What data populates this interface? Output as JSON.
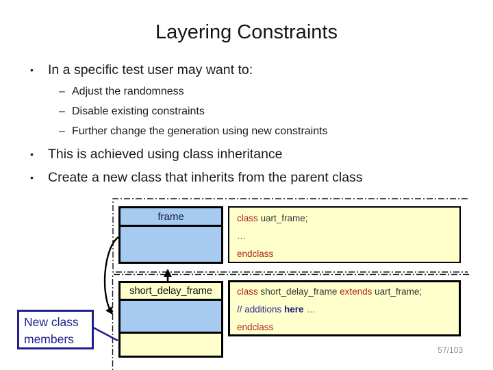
{
  "title": "Layering Constraints",
  "bullets": {
    "marker": "•",
    "sub_marker": "–",
    "items": [
      {
        "text": "In a specific test user may want to:"
      },
      {
        "text": "This is achieved using class inheritance"
      },
      {
        "text": "Create a new class that inherits from the parent class"
      }
    ],
    "sub_items": [
      {
        "text": "Adjust the randomness"
      },
      {
        "text": "Disable existing constraints"
      },
      {
        "text": "Further change the generation using new constraints"
      }
    ]
  },
  "diagram": {
    "parent_class": {
      "name": "frame"
    },
    "parent_code": {
      "kw_class": "class",
      "decl": " uart_frame;",
      "body": "…",
      "kw_endclass": "endclass"
    },
    "child_class": {
      "name": "short_delay_frame"
    },
    "child_code": {
      "kw_class": "class",
      "decl_name": " short_delay_frame ",
      "kw_extends": "extends",
      "decl_parent": " uart_frame;",
      "comment_prefix": "// additions ",
      "comment_bold": "here",
      "comment_suffix": " …",
      "kw_endclass": "endclass"
    },
    "callout": {
      "line1": "New class",
      "line2": "members"
    }
  },
  "footer": {
    "page_number": "57/103"
  },
  "colors": {
    "keyword_red": "#B22020",
    "comment_navy": "#28288F",
    "class_box_blue": "#A7CBF0",
    "code_box_yellow": "#FFFFCC",
    "callout_navy": "#20208C",
    "page_number_gray": "#8C8C8C"
  }
}
